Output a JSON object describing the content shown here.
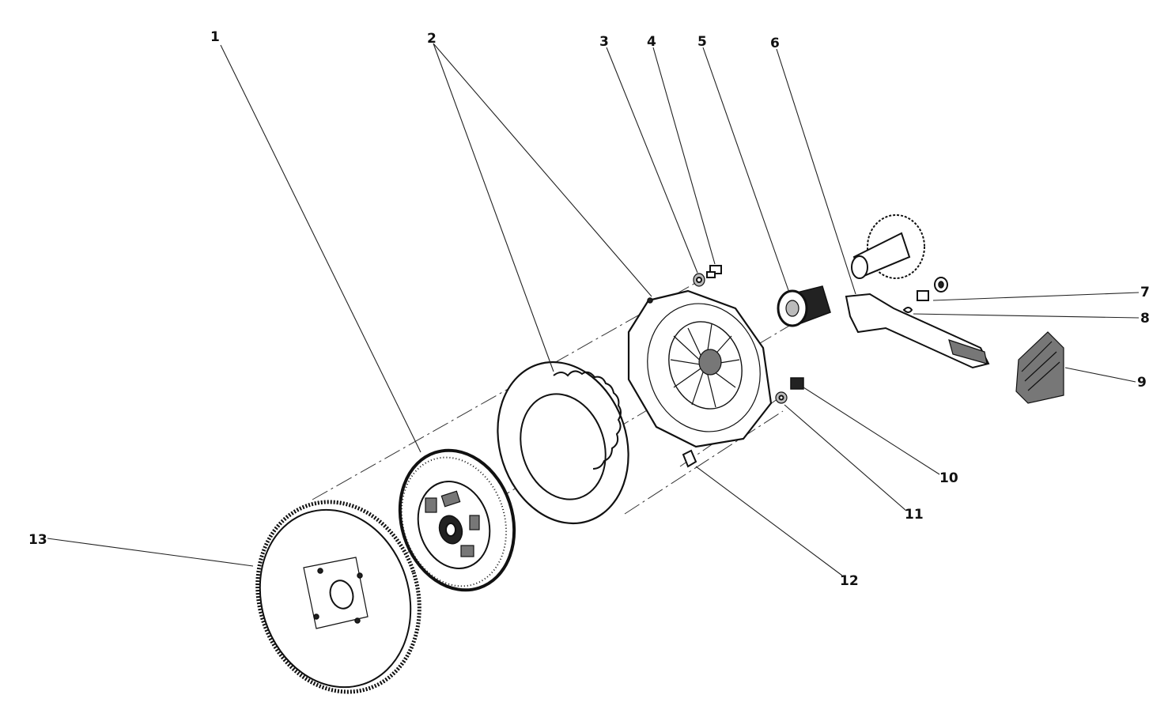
{
  "callouts": [
    {
      "id": "1",
      "label": "1"
    },
    {
      "id": "2",
      "label": "2"
    },
    {
      "id": "3",
      "label": "3"
    },
    {
      "id": "4",
      "label": "4"
    },
    {
      "id": "5",
      "label": "5"
    },
    {
      "id": "6",
      "label": "6"
    },
    {
      "id": "7",
      "label": "7"
    },
    {
      "id": "8",
      "label": "8"
    },
    {
      "id": "9",
      "label": "9"
    },
    {
      "id": "10",
      "label": "10"
    },
    {
      "id": "11",
      "label": "11"
    },
    {
      "id": "12",
      "label": "12"
    },
    {
      "id": "13",
      "label": "13"
    }
  ],
  "colors": {
    "ink": "#111111",
    "background": "#ffffff",
    "shade": "#777777"
  }
}
